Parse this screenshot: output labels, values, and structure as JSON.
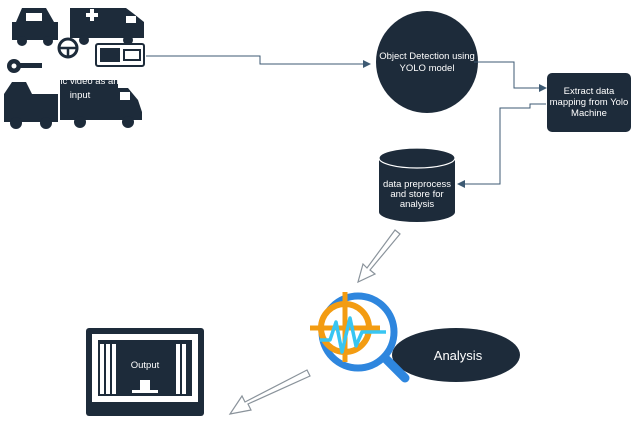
{
  "nodes": {
    "input": {
      "label_lines": [
        "Traffic video as an",
        "input"
      ]
    },
    "yolo": {
      "label_lines": [
        "Object Detection using",
        "YOLO model"
      ]
    },
    "extract": {
      "label_lines": [
        "Extract data",
        "mapping from Yolo",
        "Machine"
      ]
    },
    "store": {
      "label_lines": [
        "data preprocess",
        "and store for",
        "analysis"
      ]
    },
    "analysis": {
      "label": "Analysis"
    },
    "output": {
      "label": "Output"
    }
  },
  "colors": {
    "node_fill": "#1d2b3a",
    "edge": "#3d5a73",
    "icon_orange": "#f39c12",
    "icon_blue": "#2e86de",
    "icon_cyan": "#38c5f2"
  },
  "icons": [
    "vehicles-cluster-icon",
    "magnifier-analytics-icon",
    "monitor-icon"
  ]
}
